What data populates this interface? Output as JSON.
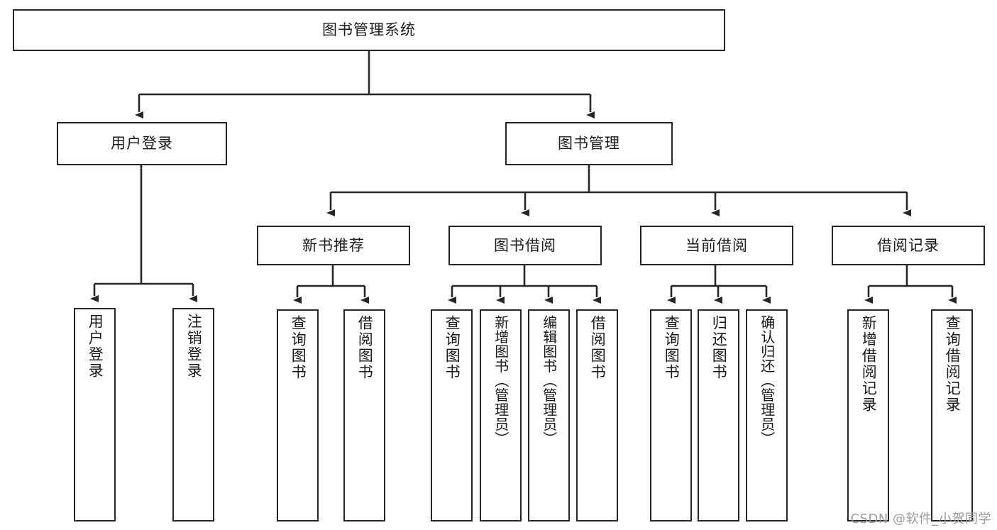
{
  "diagram": {
    "type": "tree",
    "title": "图书管理系统",
    "watermark": "CSDN @软件_小贺同学",
    "colors": {
      "box_border": "#262626",
      "box_fill": "#ffffff",
      "connector": "#262626",
      "text": "#1a1a1a",
      "watermark": "#9a9a9a"
    },
    "root": {
      "label": "图书管理系统"
    },
    "level2": [
      {
        "label": "用户登录"
      },
      {
        "label": "图书管理"
      }
    ],
    "level3": [
      {
        "label": "新书推荐"
      },
      {
        "label": "图书借阅"
      },
      {
        "label": "当前借阅"
      },
      {
        "label": "借阅记录"
      }
    ],
    "leaves": {
      "user_login": [
        {
          "label": "用户登录"
        },
        {
          "label": "注销登录"
        }
      ],
      "new_book_recommend": [
        {
          "label": "查询图书"
        },
        {
          "label": "借阅图书"
        }
      ],
      "book_borrow": [
        {
          "label": "查询图书"
        },
        {
          "label": "新增图书（管理员）"
        },
        {
          "label": "编辑图书（管理员）"
        },
        {
          "label": "借阅图书"
        }
      ],
      "current_borrow": [
        {
          "label": "查询图书"
        },
        {
          "label": "归还图书"
        },
        {
          "label": "确认归还（管理员）"
        }
      ],
      "borrow_record": [
        {
          "label": "新增借阅记录"
        },
        {
          "label": "查询借阅记录"
        }
      ]
    }
  }
}
